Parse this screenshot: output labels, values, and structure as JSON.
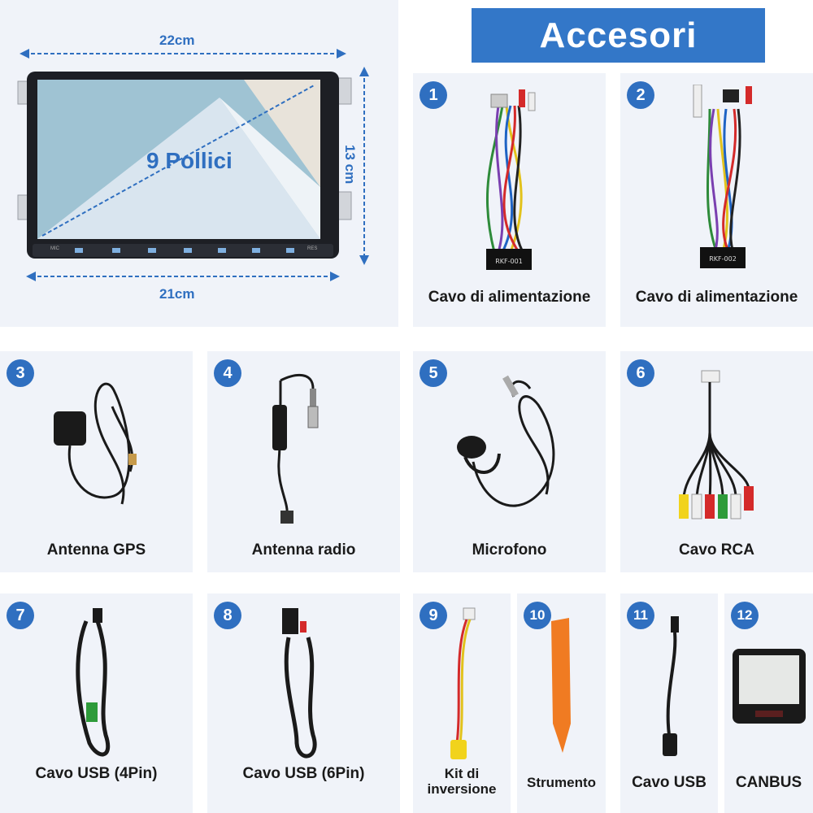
{
  "header": {
    "title": "Accesori"
  },
  "device": {
    "width_label": "22cm",
    "height_label": "13 cm",
    "bottom_width_label": "21cm",
    "screen_label": "9 Pollici",
    "mic_label": "MIC",
    "rst_label": "RES"
  },
  "items": [
    {
      "number": "1",
      "label": "Cavo di alimentazione",
      "connector_tag": "RKF-001"
    },
    {
      "number": "2",
      "label": "Cavo di alimentazione",
      "connector_tag": "RKF-002"
    },
    {
      "number": "3",
      "label": "Antenna GPS"
    },
    {
      "number": "4",
      "label": "Antenna radio"
    },
    {
      "number": "5",
      "label": "Microfono"
    },
    {
      "number": "6",
      "label": "Cavo RCA"
    },
    {
      "number": "7",
      "label": "Cavo USB (4Pin)"
    },
    {
      "number": "8",
      "label": "Cavo USB (6Pin)"
    },
    {
      "number": "9",
      "label_line1": "Kit di",
      "label_line2": "inversione"
    },
    {
      "number": "10",
      "label": "Strumento"
    },
    {
      "number": "11",
      "label": "Cavo USB"
    },
    {
      "number": "12",
      "label": "CANBUS"
    }
  ],
  "colors": {
    "accent": "#3377c8",
    "badge": "#2f6fc0",
    "panel": "#f0f3f9",
    "tool": "#f07b22"
  }
}
